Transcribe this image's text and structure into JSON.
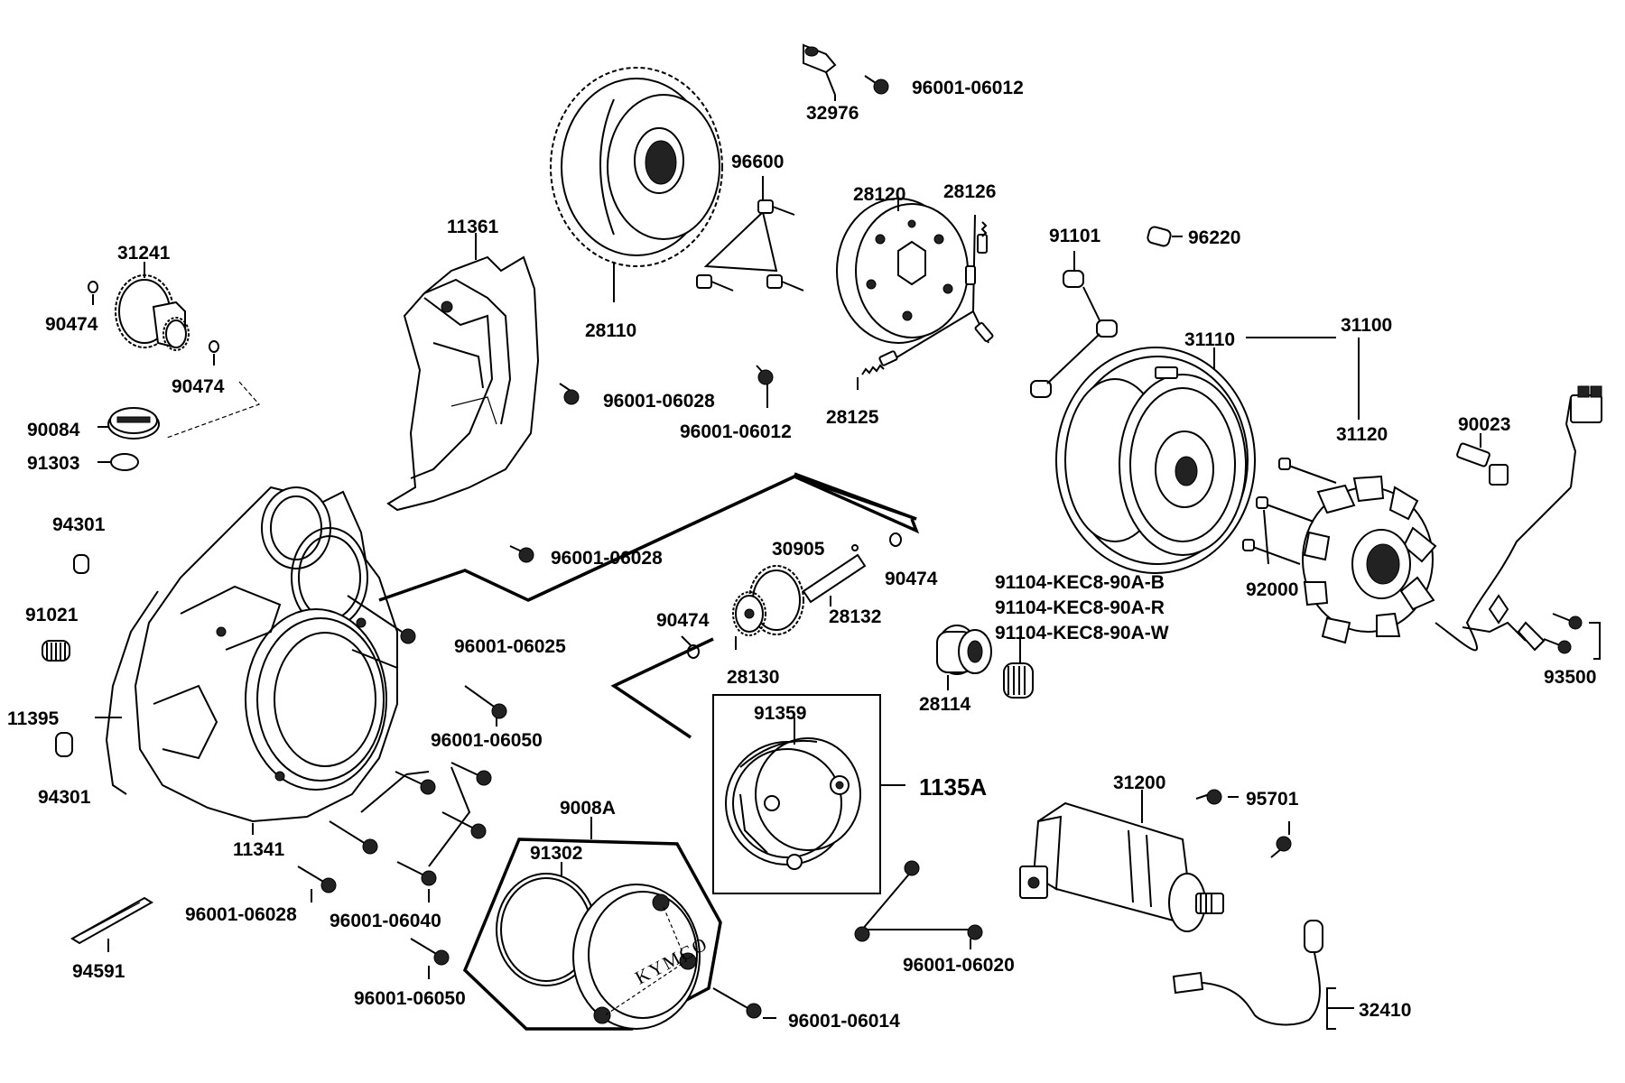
{
  "brand_text": "KYMCO",
  "labels": {
    "p32976": "32976",
    "p96001_06012_a": "96001-06012",
    "p96600": "96600",
    "p28120": "28120",
    "p28126": "28126",
    "p11361": "11361",
    "p31241": "31241",
    "p90474_a": "90474",
    "p90474_b": "90474",
    "p28110": "28110",
    "p91101": "91101",
    "p96220": "96220",
    "p31110": "31110",
    "p31100": "31100",
    "p96001_06028_a": "96001-06028",
    "p96001_06012_b": "96001-06012",
    "p28125": "28125",
    "p90084": "90084",
    "p91303": "91303",
    "p31120": "31120",
    "p90023": "90023",
    "p94301_a": "94301",
    "p96001_06028_b": "96001-06028",
    "p30905": "30905",
    "p90474_c": "90474",
    "p91104_b": "91104-KEC8-90A-B",
    "p91104_r": "91104-KEC8-90A-R",
    "p91104_w": "91104-KEC8-90A-W",
    "p92000": "92000",
    "p91021": "91021",
    "p28132": "28132",
    "p90474_d": "90474",
    "p96001_06025": "96001-06025",
    "p28130": "28130",
    "p93500": "93500",
    "p28114": "28114",
    "p11395": "11395",
    "p91359": "91359",
    "p96001_06050_a": "96001-06050",
    "p94301_b": "94301",
    "p1135A": "1135A",
    "p31200": "31200",
    "p95701": "95701",
    "p9008A": "9008A",
    "p11341": "11341",
    "p91302": "91302",
    "p96001_06028_c": "96001-06028",
    "p96001_06040": "96001-06040",
    "p96001_06020": "96001-06020",
    "p94591": "94591",
    "p96001_06050_b": "96001-06050",
    "p96001_06014": "96001-06014",
    "p32410": "32410"
  }
}
